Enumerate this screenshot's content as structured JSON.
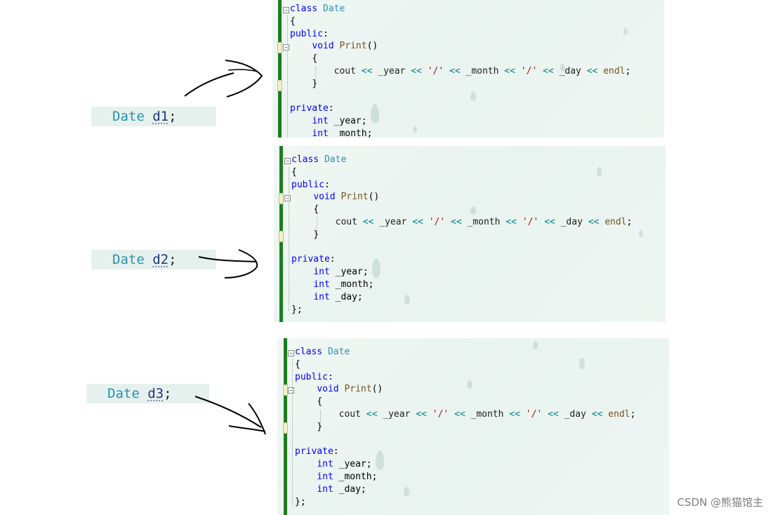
{
  "declarations": [
    {
      "type": "Date",
      "var": "d1",
      "semi": ";"
    },
    {
      "type": "Date",
      "var": "d2",
      "semi": ";"
    },
    {
      "type": "Date",
      "var": "d3",
      "semi": ";"
    }
  ],
  "code": {
    "class_kw": "class",
    "class_name": "Date",
    "open_brace": "{",
    "public_kw": "public",
    "colon": ":",
    "void_kw": "void",
    "method": "Print",
    "parens": "()",
    "body_open": "{",
    "cout": "cout",
    "shift": "<<",
    "year_var": "_year",
    "slash": "'/'",
    "month_var": "_month",
    "day_var": "_day",
    "endl": "endl",
    "semi": ";",
    "body_close": "}",
    "private_kw": "private",
    "int_kw": "int",
    "year_member": "_year;",
    "month_member": "_month;",
    "day_member": "_day;",
    "class_close": "};"
  },
  "watermark": "CSDN @熊猫馆主",
  "colors": {
    "keyword": "#0000ff",
    "type": "#2b91af",
    "function": "#74531f",
    "operator": "#008080",
    "string": "#a31515",
    "change_bar": "#1d7d1d"
  }
}
